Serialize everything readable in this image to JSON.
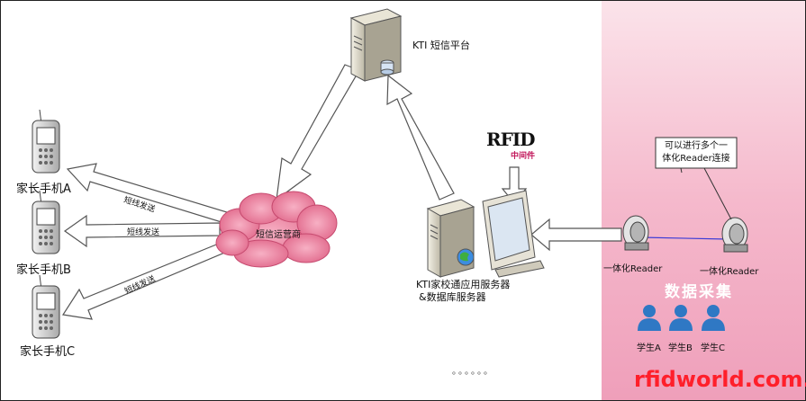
{
  "platform": {
    "label": "KTI 短信平台"
  },
  "operator": {
    "label": "短信运营商"
  },
  "server": {
    "label_line1": "KTI家校通应用服务器",
    "label_line2": "&数据库服务器"
  },
  "phones": [
    {
      "label": "家长手机A"
    },
    {
      "label": "家长手机B"
    },
    {
      "label": "家长手机C"
    }
  ],
  "sms_arrows": [
    {
      "label": "短线发送"
    },
    {
      "label": "短线发送"
    },
    {
      "label": "短线发送"
    }
  ],
  "rfid_logo": {
    "text": "RFID",
    "subtitle": "中间件"
  },
  "readers": [
    {
      "label": "一体化Reader"
    },
    {
      "label": "一体化Reader"
    }
  ],
  "reader_note": {
    "line1": "可以进行多个一",
    "line2": "体化Reader连接"
  },
  "collection": {
    "title": "数据采集"
  },
  "students": [
    {
      "label": "学生A"
    },
    {
      "label": "学生B"
    },
    {
      "label": "学生C"
    }
  ],
  "ellipsis": "。。。。。。",
  "watermark": "rfidworld.com.cn",
  "colors": {
    "pink_panel": "#f7c6d6",
    "cloud": "#e8708f",
    "reader_link": "#3b3bd6",
    "student_blue": "#2f78c4",
    "watermark": "#ff1f2a"
  }
}
